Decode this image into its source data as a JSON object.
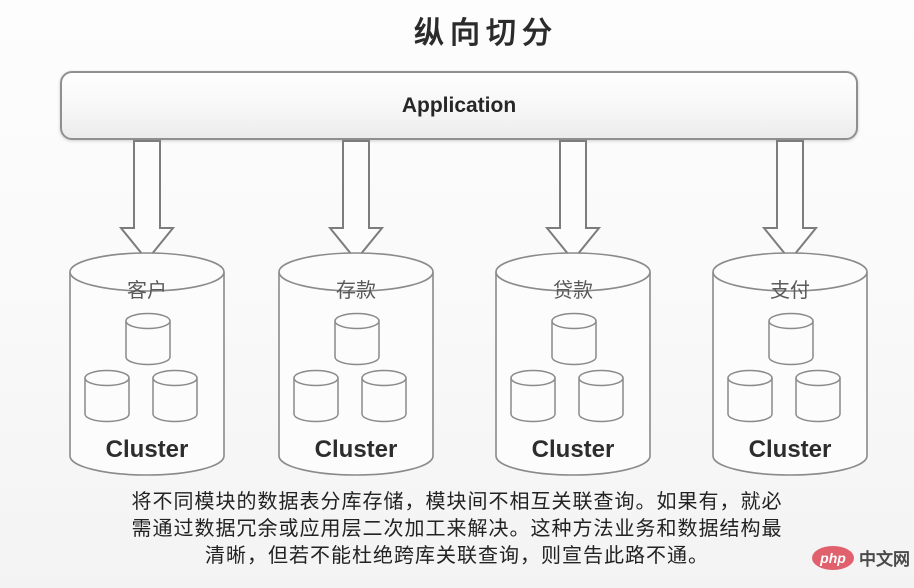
{
  "title": "纵向切分",
  "application": {
    "label": "Application"
  },
  "diagram": {
    "cylinders": [
      {
        "module": "客户",
        "cluster_label": "Cluster"
      },
      {
        "module": "存款",
        "cluster_label": "Cluster"
      },
      {
        "module": "贷款",
        "cluster_label": "Cluster"
      },
      {
        "module": "支付",
        "cluster_label": "Cluster"
      }
    ]
  },
  "description": {
    "lines": [
      "将不同模块的数据表分库存储，模块间不相互关联查询。如果有，就必",
      "需通过数据冗余或应用层二次加工来解决。这种方法业务和数据结构最",
      "清晰，但若不能杜绝跨库关联查询，则宣告此路不通。"
    ]
  },
  "watermark": {
    "logo_text": "php",
    "site_text": "中文网"
  },
  "colors": {
    "watermark_badge": "#e0606c",
    "shape_border": "#8a8a8a",
    "box_border": "#8f8f8f"
  }
}
